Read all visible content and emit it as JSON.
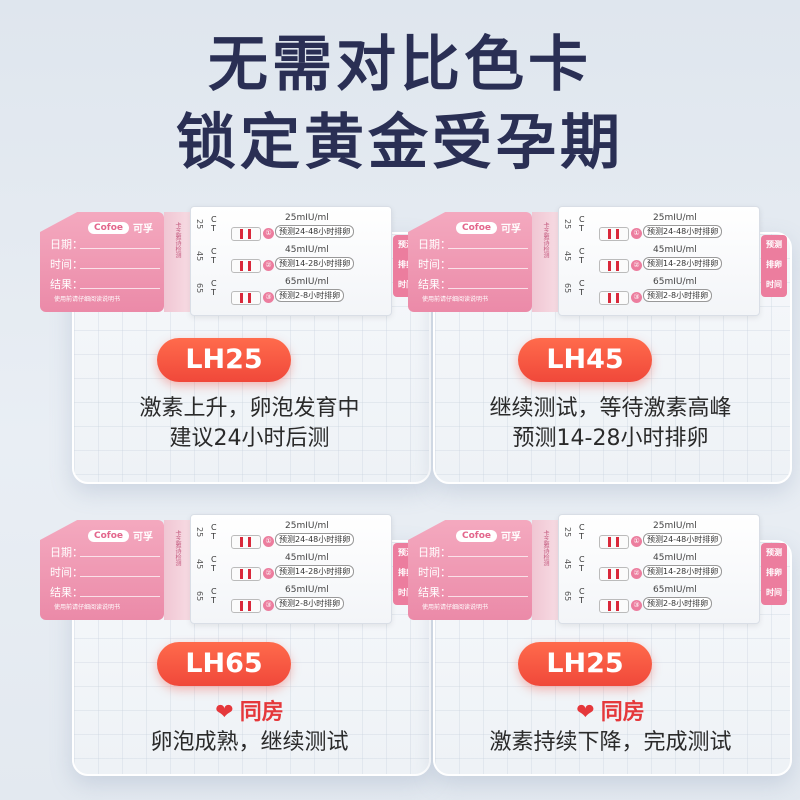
{
  "headline": {
    "line1": "无需对比色卡",
    "line2": "锁定黄金受孕期"
  },
  "strip": {
    "brand_logo": "Cofoe",
    "brand_text": "可孚",
    "field_date": "日期：",
    "field_time": "时间：",
    "field_result": "结果：",
    "note": "使用前请仔细阅读说明书",
    "neck_label": "卡芝雅诗检测",
    "ct_label": "C\nT",
    "rows": [
      {
        "side": "25",
        "badge": "①",
        "conc": "25mIU/ml",
        "pred": "预测24-48小时排卵"
      },
      {
        "side": "45",
        "badge": "②",
        "conc": "45mIU/ml",
        "pred": "预测14-28小时排卵"
      },
      {
        "side": "65",
        "badge": "③",
        "conc": "65mIU/ml",
        "pred": "预测2-8小时排卵"
      }
    ],
    "pred_box": [
      "预测",
      "排卵",
      "时间"
    ]
  },
  "cards": [
    {
      "pill": "LH25",
      "caption_line1": "激素上升，卵泡发育中",
      "caption_line2": "建议24小时后测"
    },
    {
      "pill": "LH45",
      "caption_line1": "继续测试，等待激素高峰",
      "caption_line2": "预测14-28小时排卵"
    },
    {
      "pill": "LH65",
      "heart_text": "同房",
      "caption_line1": "卵泡成熟，继续测试"
    },
    {
      "pill": "LH25",
      "heart_text": "同房",
      "caption_line1": "激素持续下降，完成测试"
    }
  ],
  "icons": {
    "heart": "heart-icon"
  },
  "colors": {
    "accent": "#f0483a",
    "pink": "#ec7d9e",
    "title": "#2a2f54"
  }
}
